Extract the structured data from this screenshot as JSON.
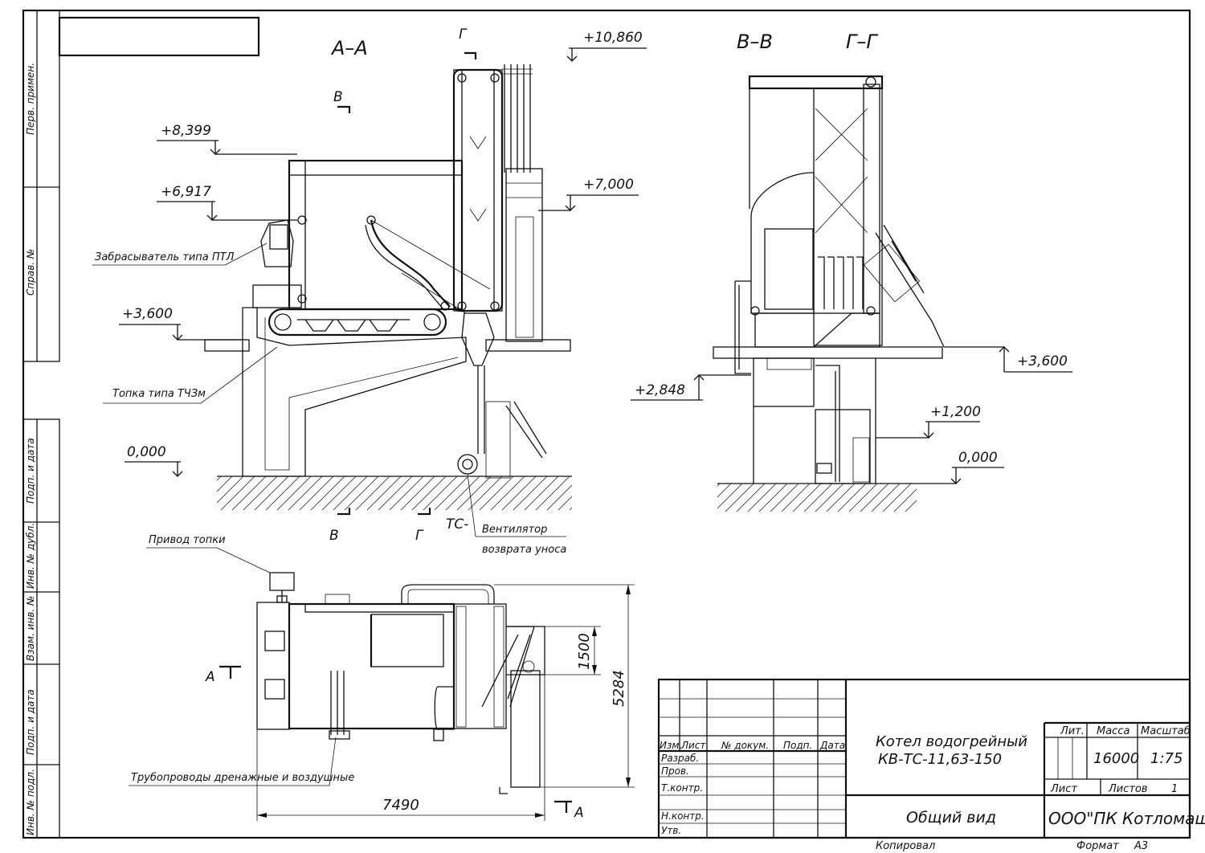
{
  "sheet": {
    "copied_by": "Копировал",
    "format_label": "Формат",
    "format_value": "A3"
  },
  "side_stamps": [
    "Перв. примен.",
    "Справ. №",
    "Подп. и дата",
    "Инв. № дубл.",
    "Взам. инв. №",
    "Подп. и дата",
    "Инв. № подл."
  ],
  "views": {
    "section_aa": "А–А",
    "section_vv": "В–В",
    "section_gg": "Г–Г"
  },
  "section_marks": {
    "g": "Г",
    "v": "В",
    "a": "А",
    "tc": "ТС-"
  },
  "elevations_aa": [
    "+10,860",
    "+8,399",
    "+6,917",
    "+7,000",
    "+3,600",
    "0,000"
  ],
  "elevations_vv": [
    "+3,600",
    "+2,848",
    "+1,200",
    "0,000"
  ],
  "callouts": {
    "spreader": "Забрасыватель типа ПТЛ",
    "furnace": "Топка типа ТЧЗм",
    "fan_line1": "Вентилятор",
    "fan_line2": "возврата уноса",
    "drive": "Привод топки",
    "pipes": "Трубопроводы дренажные и воздушные"
  },
  "dimensions": {
    "width": "7490",
    "height": "5284",
    "sub": "1500"
  },
  "title_block": {
    "col_izm": "Изм.",
    "col_list": "Лист",
    "col_doc": "№ докум.",
    "col_sign": "Подп.",
    "col_date": "Дата",
    "row_razrab": "Разраб.",
    "row_prov": "Пров.",
    "row_tkontr": "Т.контр.",
    "row_nkontr": "Н.контр.",
    "row_utv": "Утв.",
    "title_line1": "Котел водогрейный",
    "title_line2": "КВ-ТС-11,63-150",
    "subtitle": "Общий вид",
    "lit_label": "Лит.",
    "mass_label": "Масса",
    "scale_label": "Масштаб",
    "mass_value": "16000",
    "scale_value": "1:75",
    "sheet_label": "Лист",
    "sheets_label": "Листов",
    "sheets_value": "1",
    "company": "ООО\"ПК Котломаш\""
  }
}
